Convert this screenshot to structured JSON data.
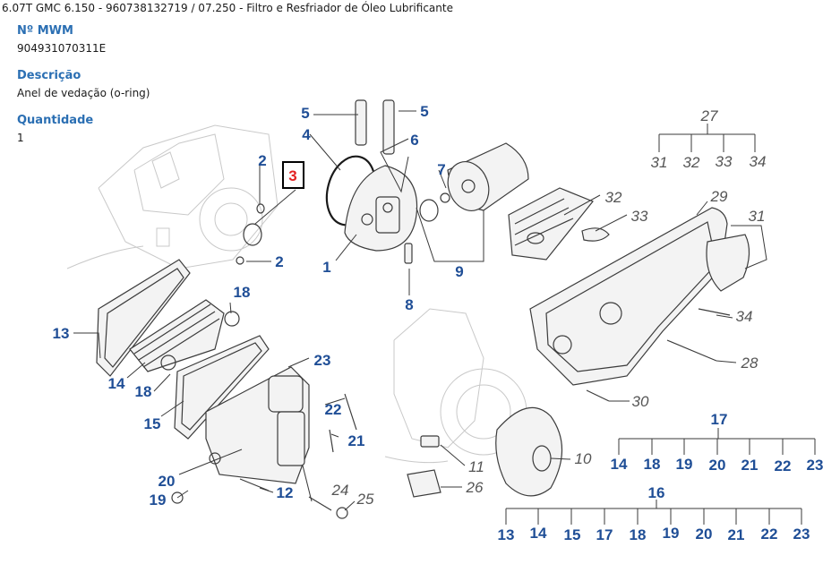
{
  "breadcrumb": "6.07T GMC 6.150 - 960738132719  /  07.250 - Filtro e Resfriador de Óleo Lubrificante",
  "fields": [
    {
      "label": "Nº MWM",
      "value": "904931070311E"
    },
    {
      "label": "Descrição",
      "value": "Anel de vedação (o-ring)"
    },
    {
      "label": "Quantidade",
      "value": "1"
    }
  ],
  "colors": {
    "label_blue": "#1f4e96",
    "label_gray": "#555555",
    "highlight_red": "#e32222",
    "field_label": "#2b6fb3"
  },
  "highlighted_callout": "3",
  "callouts": {
    "c1": "1",
    "c2a": "2",
    "c2b": "2",
    "c4": "4",
    "c5a": "5",
    "c5b": "5",
    "c6": "6",
    "c7": "7",
    "c8": "8",
    "c9": "9",
    "c10": "10",
    "c11": "11",
    "c12": "12",
    "c13": "13",
    "c14": "14",
    "c15": "15",
    "c18a": "18",
    "c18b": "18",
    "c19": "19",
    "c20": "20",
    "c21": "21",
    "c22": "22",
    "c23": "23",
    "c24": "24",
    "c25": "25",
    "c26": "26",
    "c28": "28",
    "c29": "29",
    "c30": "30",
    "c31b": "31",
    "c32b": "32",
    "c33b": "33",
    "c34b": "34"
  },
  "tree27": {
    "root": "27",
    "children": [
      "31",
      "32",
      "33",
      "34"
    ]
  },
  "tree17": {
    "root": "17",
    "children": [
      "14",
      "18",
      "19",
      "20",
      "21",
      "22",
      "23"
    ]
  },
  "tree16": {
    "root": "16",
    "children": [
      "13",
      "14",
      "15",
      "17",
      "18",
      "19",
      "20",
      "21",
      "22",
      "23"
    ]
  },
  "tree31": {
    "root": "31"
  }
}
